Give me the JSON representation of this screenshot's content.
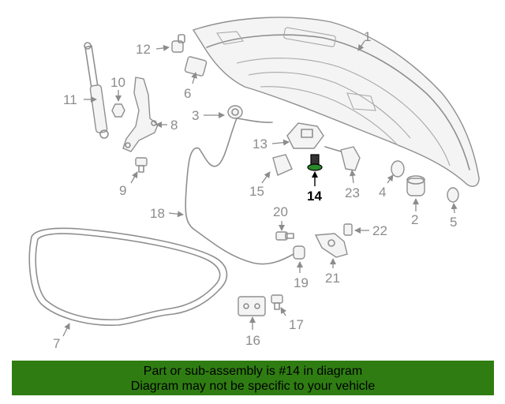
{
  "diagram": {
    "callouts": [
      "1",
      "2",
      "3",
      "4",
      "5",
      "6",
      "7",
      "8",
      "9",
      "10",
      "11",
      "12",
      "13",
      "14",
      "15",
      "16",
      "17",
      "18",
      "19",
      "20",
      "21",
      "22",
      "23"
    ],
    "highlighted_callout": "14"
  },
  "banner": {
    "line1": "Part or sub-assembly is #14 in diagram",
    "line2": "Diagram may not be specific to your vehicle",
    "color": "#2f7d12"
  }
}
